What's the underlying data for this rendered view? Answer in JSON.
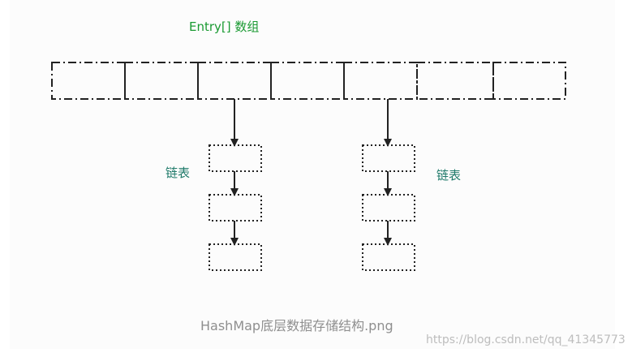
{
  "title": "Entry[] 数组",
  "linked_list_label_left": "链表",
  "linked_list_label_right": "链表",
  "caption": "HashMap底层数据存储结构.png",
  "watermark": "https://blog.csdn.net/qq_41345773",
  "colors": {
    "title_green": "#1a9a32",
    "label_teal": "#1f7a6a",
    "caption_gray": "#8f8f8f",
    "box_stroke": "#222222"
  },
  "diagram": {
    "array_slots": 7,
    "linked_lists": [
      {
        "from_slot": 3,
        "nodes": 3
      },
      {
        "from_slot": 5,
        "nodes": 3
      }
    ]
  }
}
